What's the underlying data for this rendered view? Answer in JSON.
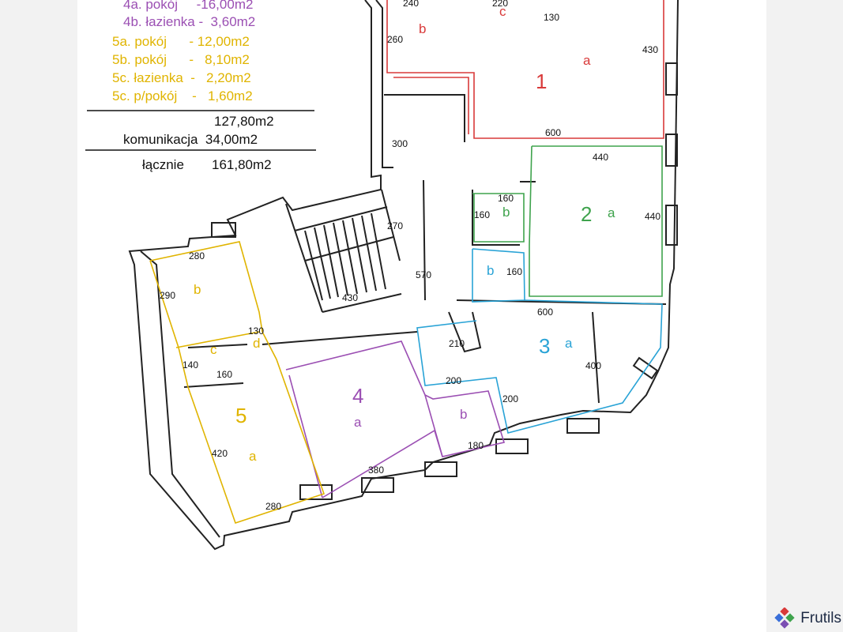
{
  "legend": {
    "r4a": "4a. pokój     -16,00m2",
    "r4b": "4b. łazienka -  3,60m2",
    "r5a": "5a. pokój      - 12,00m2",
    "r5b": "5b. pokój      -   8,10m2",
    "r5c": "5c. łazienka  -   2,20m2",
    "r5cp": "5c. p/pokój    -   1,60m2",
    "subtotal": "127,80m2",
    "communication": "komunikacja  34,00m2",
    "total_label": "łącznie",
    "total_value": "161,80m2"
  },
  "rooms": {
    "n1": "1",
    "n2": "2",
    "n3": "3",
    "n4": "4",
    "n5": "5",
    "a": "a",
    "b": "b",
    "c": "c",
    "d": "d"
  },
  "dims": {
    "d240": "240",
    "d220": "220",
    "d130": "130",
    "d260": "260",
    "d430": "430",
    "d600": "600",
    "d300": "300",
    "d440": "440",
    "d160": "160",
    "d270": "270",
    "d280": "280",
    "d290": "290",
    "d570": "570",
    "d210": "210",
    "d400": "400",
    "d200": "200",
    "d140": "140",
    "d420": "420",
    "d380": "380",
    "d180": "180"
  },
  "colors": {
    "room1": "#d93a3a",
    "room2": "#3fa34d",
    "room3": "#29a3d6",
    "room4": "#9b4fb3",
    "room5": "#e0b400",
    "wall": "#222222"
  },
  "brand": {
    "name": "Frutils"
  }
}
